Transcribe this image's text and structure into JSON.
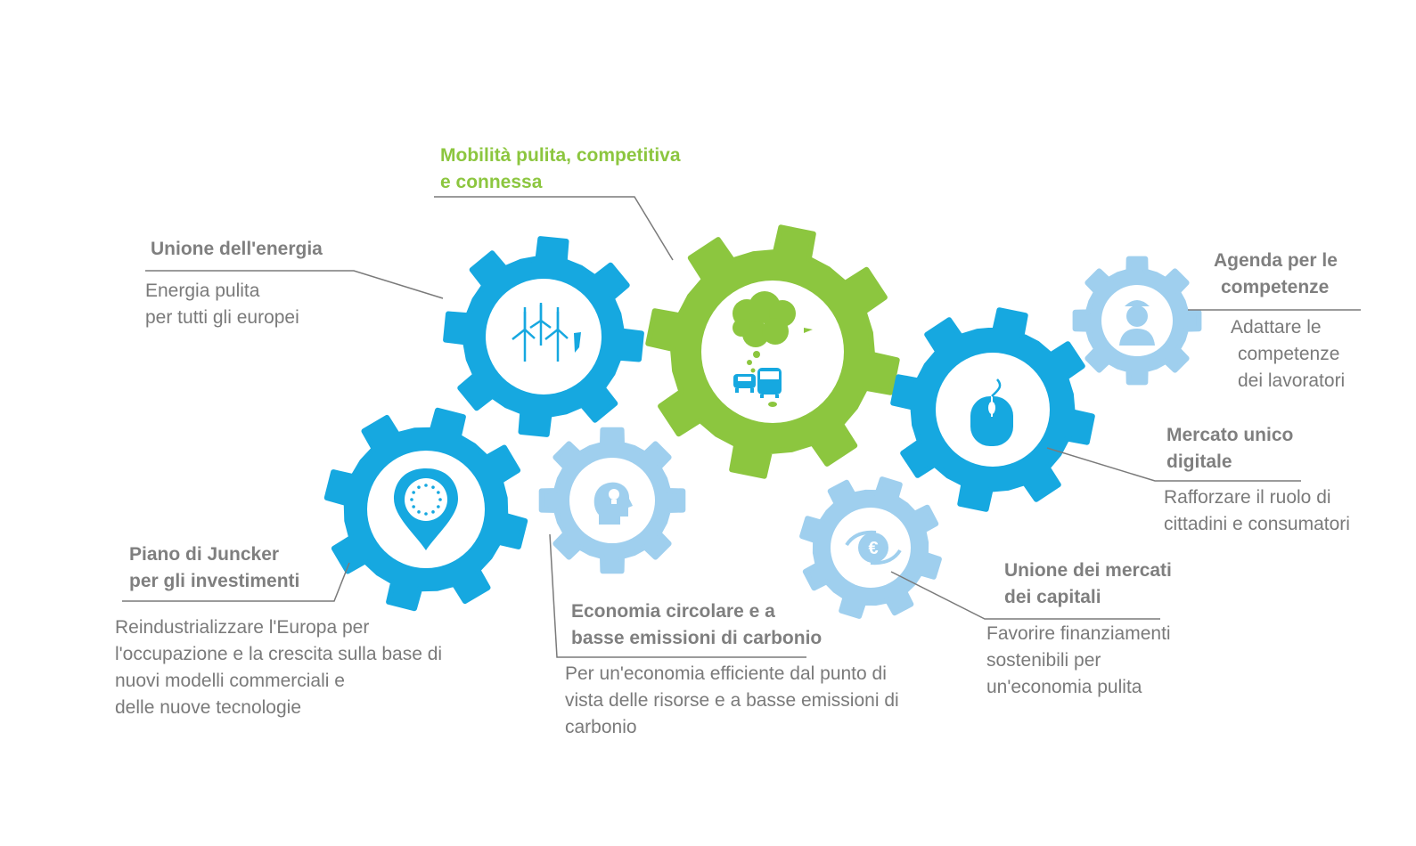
{
  "colors": {
    "blue": "#16a8e0",
    "green": "#8cc63f",
    "light_blue": "#9fcfee",
    "text": "#7a7a7a",
    "line": "#7a7a7a"
  },
  "items": [
    {
      "id": "mobility",
      "title": [
        "Mobilità pulita, competitiva",
        "e connessa"
      ],
      "desc": [],
      "icon": "wind-turbine-cloud-traffic-icon"
    },
    {
      "id": "energy",
      "title": [
        "Unione dell'energia"
      ],
      "desc": [
        "Energia pulita",
        "per tutti gli europei"
      ],
      "icon": "wind-turbines-icon"
    },
    {
      "id": "skills",
      "title": [
        "Agenda per le",
        "competenze"
      ],
      "desc": [
        "Adattare le",
        "competenze",
        "dei lavoratori"
      ],
      "icon": "worker-icon"
    },
    {
      "id": "digital",
      "title": [
        "Mercato unico",
        "digitale"
      ],
      "desc": [
        "Rafforzare il ruolo di",
        "cittadini e consumatori"
      ],
      "icon": "computer-mouse-icon"
    },
    {
      "id": "capital",
      "title": [
        "Unione dei mercati",
        "dei capitali"
      ],
      "desc": [
        "Favorire finanziamenti",
        "sostenibili per",
        "un'economia pulita"
      ],
      "icon": "euro-cycle-icon"
    },
    {
      "id": "circular",
      "title": [
        "Economia circolare e a",
        "basse emissioni di carbonio"
      ],
      "desc": [
        "Per un'economia efficiente dal punto di",
        "vista delle risorse e a basse emissioni di",
        "carbonio"
      ],
      "icon": "lightbulb-head-icon"
    },
    {
      "id": "juncker",
      "title": [
        "Piano di Juncker",
        "per gli investimenti"
      ],
      "desc": [
        "Reindustrializzare l'Europa per",
        "l'occupazione e la crescita sulla base di",
        "nuovi modelli commerciali e",
        "delle nuove tecnologie"
      ],
      "icon": "eu-location-pin-icon"
    }
  ]
}
